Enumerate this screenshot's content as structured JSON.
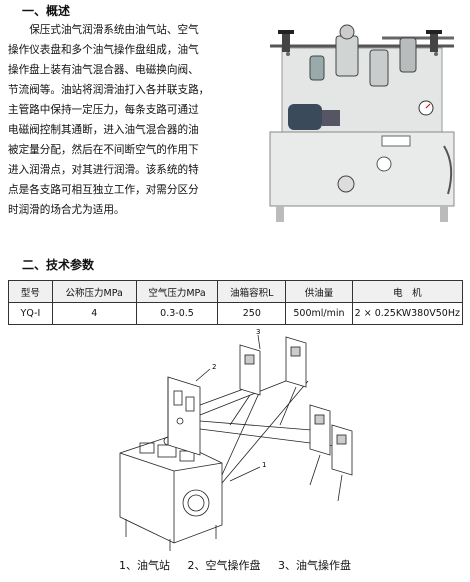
{
  "section1": {
    "title": "一、概述",
    "lines": [
      "保压式油气润滑系统由油气站、空气",
      "操作仪表盘和多个油气操作盘组成，油气",
      "操作盘上装有油气混合器、电磁换向阀、",
      "节流阀等。油站将润滑油打入各并联支路，",
      "主管路中保持一定压力，每条支路可通过",
      "电磁阀控制其通断，进入油气混合器的油",
      "被定量分配，然后在不间断空气的作用下",
      "进入润滑点，对其进行润滑。该系统的特",
      "点是各支路可相互独立工作，对需分区分",
      "时润滑的场合尤为适用。"
    ]
  },
  "section2": {
    "title": "二、技术参数",
    "headers": [
      "型号",
      "公称压力MPa",
      "空气压力MPa",
      "油箱容积L",
      "供油量",
      "电　机"
    ],
    "row": [
      "YQ-Ⅰ",
      "4",
      "0.3-0.5",
      "250",
      "500ml/min",
      "2 × 0.25KW380V50Hz"
    ]
  },
  "diagram": {
    "callouts": [
      "1",
      "2",
      "3"
    ]
  },
  "caption": {
    "items": [
      "1、油气站",
      "2、空气操作盘",
      "3、油气操作盘"
    ]
  }
}
